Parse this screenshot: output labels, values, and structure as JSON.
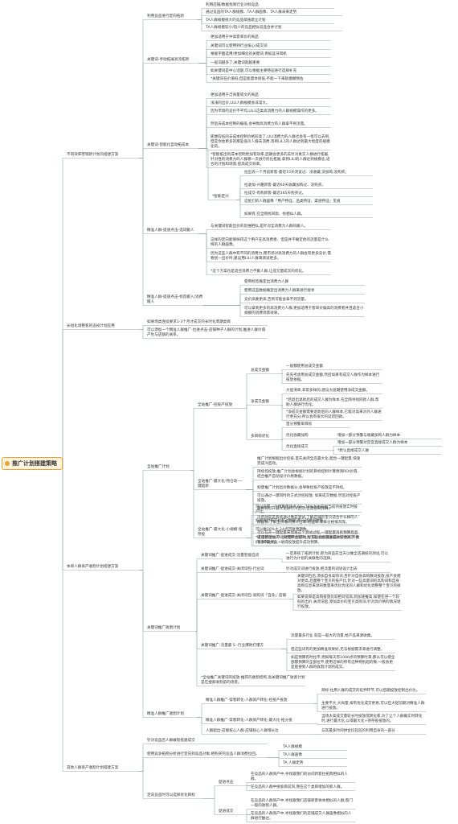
{
  "root": {
    "label": "推广计划搭建策略"
  },
  "nodes": {
    "b1": "不同效率营销新计划的搭建方案",
    "b1_1": "利用竞品进行定向拓新",
    "b1_1_1": "利用店铺/数据找到行业对标竞品",
    "b1_1_2": "通过竞品的TA人群规模、TA人群画像、TA人群未来走势",
    "b1_1_3": "TA人群规模很大的竞品单独建立计划",
    "b1_1_4": "TA人群规模较小/较少的竞品相似竞品合并计划",
    "b1_2": "关键词-手动拓展高流拓新",
    "b1_2_1": "更加适用于中高客单价的商品",
    "b1_2_2": "关键词可以使用到行业核心/成交词",
    "b1_2_3": "根据字面选用/更加细化的关键词,例如蓝牙耳机",
    "b1_2_4": "一般词越多了,关键词就越重要",
    "b1_2_5": "如关键词是中心话题,可以根据主要特征进行选择补充",
    "b1_2_6": "*关键词在价值低,但是能量体很低,不能一下来就模糊预估",
    "b1_3": "关键词-智能化自动拓成本",
    "b1_3_1": "更加适用于泛商量或文的商品",
    "b1_3_2": "浅浅的出价,LILI人群规模会非常大。",
    "b1_3_3": "因为市场的竞价不平均,LIL1这类高消费力的人群规模操作的更多。",
    "b1_3_4": "然后去成本控制的偏低,会导致高消费力的人群拿不到流量。",
    "b1_3_5": "即便较低的去成本控制价格较高了,LILI消费力的人群也会有一批可以去到,但是你会更多的那些低价人群去消费,等到LIL1的人群达到最大程度的规模化的。",
    "b1_3_6": "*智能拓出的成本控制更加有效率,后期会更多的去针对真实人群进行拓展,针对性的消费力的人群哪一次进行优化拓展,拿到LILI的人群达到规模化,适合的计划和场景,提高成交效率。",
    "b1_3_7": "*智能定兴",
    "b1_3_7_1": "拉出去一个月前新客-最近15天浏览过、没收藏,没加购,没购买。",
    "b1_3_7_2": "拉收加-兴趣新客-最近60天收藏加购过、没购买。",
    "b1_3_7_3": "拉成交-有购新客-最近365天购买过。",
    "b1_3_7_4": "这批们的人群画像「用户特征、品类特征、渠道特征」见规",
    "b1_3_7_5": "如果有,在全网找同款、找相似人群。",
    "b1_4": "精准人群-提速点击-选词搬人",
    "b1_4_1": "与关键词智能出价的思维相似,是针对全消费力人群的搬人。",
    "b1_4_2": "这样的定向能够探得这个用户在高消费者、但是并不确定他的流量是什么样的人群画像。",
    "b1_4_3": "因为这些人群中有不同的消费力,而市场对高消费力的人群会有更多竞价,需要统一出价时,建议用LILI人群来测试更多。",
    "b1_4_4": "*这个方案也是适合消费力不搬人群,让成交量成交的优化。",
    "b1_5": "精准人群-提速点击-标签搬入/消费搬入",
    "b1_5_1": "使用标签确定出消费力人群",
    "b1_5_2": "使用这些数据确定出消费力人群来进行搜寻",
    "b1_5_3": "竞价高要更高,否则可能会拿不到流量。",
    "b1_5_4": "可以拿到更多的高消费力人群,更加适用于客单价偏高的消费者并且适合小规模的消费场景效果。",
    "b2": "长短化调整客的追投计划应用",
    "b2_1": "如果场类连续要求1-3个月才成交的长时化周期类目",
    "b2_2": "可以添加一个精准人群推广-拉进点击-店铺种子人群的计划,推进人群价值产生与店铺的关系。",
    "b3": "本单人群资产收割计划搭建方案",
    "b3_1": "全站推广计划",
    "b3_1_1": "全站推广-控投产投放",
    "b3_1_1_1": "总成交金额",
    "b3_1_1_1_1": "一般都使用总成交金额",
    "b3_1_1_1_2": "先先考虑用总成交金额,然后如果有成交人群作为样本进行投放依据。",
    "b3_1_1_2": "净成交金额",
    "b3_1_1_2_1": "大促清单,非常多样的,建议大促期使用净成交金额。",
    "b3_1_1_2_2": "*后退出退款后的成交人群为样本,在全网寻找同款人群,帮助人群进行优化。",
    "b3_1_1_2_3": "*净成交金额需要退款后的人群样本,它能对高来对外人群进行更充分,所以会有很大的延迟回款。",
    "b3_1_1_3": "多目标优化",
    "b3_1_1_3_1": "首分预警单目标",
    "b3_1_1_3_2": "优化收藏加购",
    "b3_1_1_3_2_1": "增加一部分预警与收藏加购人群为样本",
    "b3_1_1_3_3": "优化直接成交",
    "b3_1_1_3_3_1": "增加一部分预警对空宣直接成交人群为样本",
    "b3_1_1_3_3_2": "*默认直接成交人群",
    "b3_1_2": "全站推广-最大化-持仓动-一键超新",
    "b3_1_2_1": "推广计划根据出价控投,首先关闭全店最大化,配合一键起量,快速完成冷启动。",
    "b3_1_2_2": "持续控投放,推广计划会根据计划的目标控制计算预测ROI价值,结合推产自动设计价格数据。",
    "b3_1_2_3": "如使推广计划出价数据分,会导致控投产投放是不持续。",
    "b3_1_2_4": "可以通过一键同时的方式对控投放, 如果成交数据,然后对控投产投放。",
    "b3_1_2_5": "最断可以开最大化进行冷启动,但需控制预算。",
    "b3_1_2_6": "冷启动是是系统通过像是测试,了解店铺的宝贝适合什么样的人群画像,了解宝贝收的预计出率,跨运率,发率价格情况等。",
    "b3_1_2_7": "可以在开一键起量来加速这个测试过程,一键起量消耗预算后直接调整出价,产出经营不合适时,控投以会加速系统对计划的评价和本的过程。",
    "b3_1_3": "全站推广-最大化-小规模-留存投",
    "b3_1_3_1": "可以设置一个预算使测点,60~70%左右的出当前的投放实时投产比。",
    "b3_1_3_2": "如果发时投产比超过预期,那么就增加预算。",
    "b3_1_3_3": "可以做30%大,24点回复预期数。",
    "b3_1_3_4": "*这是新增加的一日预算会影响,为了最大能使收成本较更高了,我们打开最大化+助得投放提升成功预算。",
    "b3_2": "关键词推广收割计划",
    "b3_2_1": "关键词推广-促进成交-流量智能选词",
    "b3_2_1_1": "一定系统了拓新计划,即为商品充当天以做全店通投的测试,可以进行为计划的关联性的选择。",
    "b3_2_2": "关键词推广-促进成交-关闭词包-行业词",
    "b3_2_2_1": "针对成交词进行投放,把流量的词语设计出去",
    "b3_2_3": "关键词推广-促进成交-关闭词包-高购词「自身」店铺",
    "b3_2_3_1": "关键词包后,添加自身高购词,且针对自身高购数词投放,投产会相对更高,后面整个宝贝的投产比,针对一些高量词的高购词和自身高购信息来源的数量来优化优化的人群和优化调整整个宝贝的投放。",
    "b3_2_3_2": "如果说单是高购投放比较相对较高,则加速推高,如使在进一个较低的出价,关闭词后,添加高价的宝贝高购词,针对高价格的情况进行投放。",
    "b3_2_4": "关键词推广-流量最 S -行业爆款打爆方",
    "b3_2_4_1": "流量最多行业 就是一般大的流量,给产品来源收集。",
    "b3_2_4_2": "但这些词有的更加精准效果好,无法根据需求来进行调整。",
    "b3_2_4_3": "如是预算有时拉平,例如每天有1000点的预算时来,那么可以把全部都预算的全部拉平,使用这样的所有这种特别超的数,一般会更是能搜到人群的收割计划的成交。",
    "b3_2_5": "*全站推广关键词的投放-推荐的收割结构,高关键词推广收割计划是在搜索收割前的场景。",
    "b3_3": "精准人群推广收割计划",
    "b3_3_1": "精准人群推广-常客转化-人群资产转化-控投产投放",
    "b3_3_1_1": "目标:拉用人群的成交的延伸环节,可以后期投放控制出价比。",
    "b3_3_1_2": "主要不大,大局量,按有优化成交更易,可以在大促前期对精准人群进行投放。",
    "b3_3_2": "精准人群推广-常客转化-人群资产转化-最大化-拓分投",
    "b3_3_2_1": "当场太高成交量较长时投放或转化率,为了让个人群确实时转化时,进行最大化,以得最大化+持存投投放的。",
    "b3_3_3": "人群超出-店铺核心人群-店铺核心人群增长位",
    "b3_3_3_1": "与其最多时间拼合比较前的利用自身的一部分",
    "b4": "其他人群资产收割计划搭建方案",
    "b4_1": "针对竞品店人群做现搭建成交",
    "b4_2": "使用竞争拓网分析进行定向到竞品对象,把购买的竞品人群消费拉回。",
    "b4_2_1": "TA人群规模",
    "b4_2_2": "TA人群画像",
    "b4_2_3": "TA 人群走势",
    "b4_3": "定向竞品时可以选择优化目标",
    "b4_3_1": "促进点击",
    "b4_3_1_1": "在竞品的人群资产中,寻找跟我们的访问新客拉拓而相似的人群。",
    "b4_3_1_2": "在竞品的人群中搜索目前浏,我在这个类目增加的新人群。",
    "b4_3_2": "促进成交",
    "b4_3_2_1": "在竞品的人群资产中,寻找跟我们店铺新客样本相似的人群,帮门一般的收割人群。",
    "b4_3_2_2": "在竞品的人群资产中,寻找跟我们的店铺成交人群画像相似的人群进行触达。"
  }
}
